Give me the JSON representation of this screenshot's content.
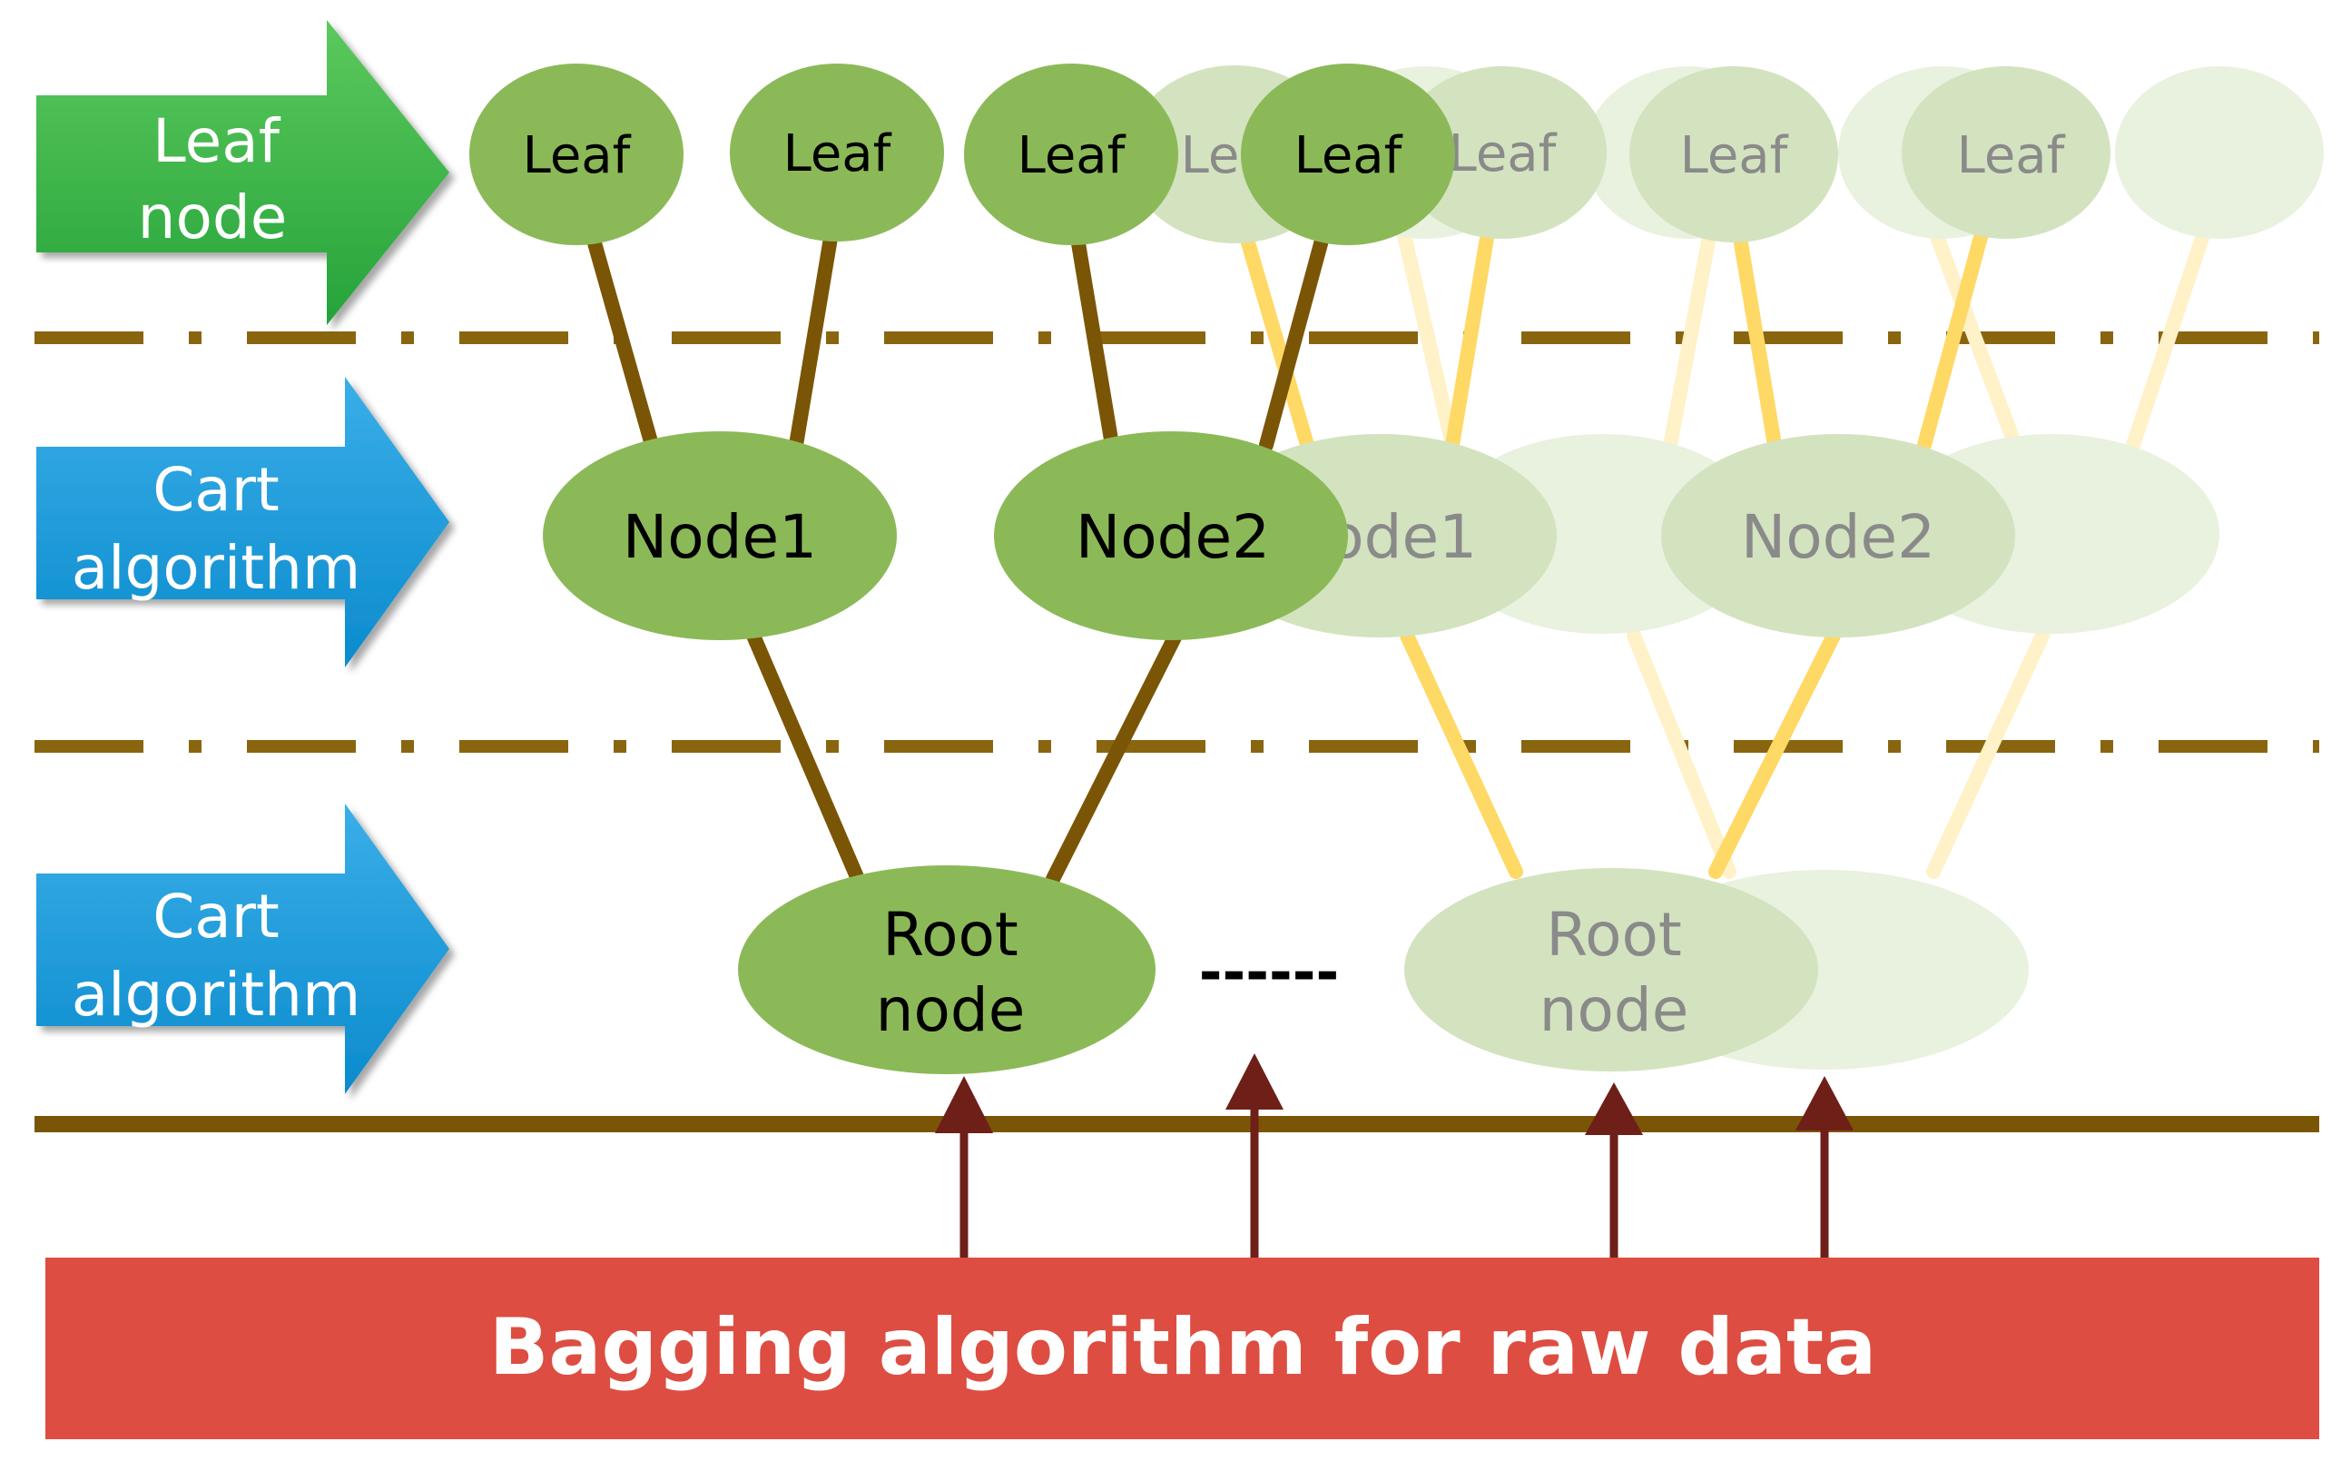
{
  "layers": {
    "leaf": {
      "label_line1": "Leaf",
      "label_line2": "node"
    },
    "middle": {
      "label_line1": "Cart",
      "label_line2": "algorithm"
    },
    "root": {
      "label_line1": "Cart",
      "label_line2": "algorithm"
    }
  },
  "tree_front": {
    "leaf_label": "Leaf",
    "node1": "Node1",
    "node2": "Node2",
    "root_line1": "Root",
    "root_line2": "node"
  },
  "tree_back": {
    "leaf_label": "Leaf",
    "node1": "Node1",
    "node2": "Node2",
    "root_line1": "Root",
    "root_line2": "node"
  },
  "ellipsis": "------",
  "banner": {
    "label": "Bagging algorithm for raw data"
  },
  "colors": {
    "leaf_arrow": "#3db84a",
    "cart_arrow": "#169ad8",
    "node_fill": "#8cb958",
    "node_fill_faded": "#d3e3bf",
    "trunk": "#7a5505",
    "faded_branch": "#ffd966",
    "up_arrow": "#6e1f18",
    "banner": "#dd4d42"
  }
}
